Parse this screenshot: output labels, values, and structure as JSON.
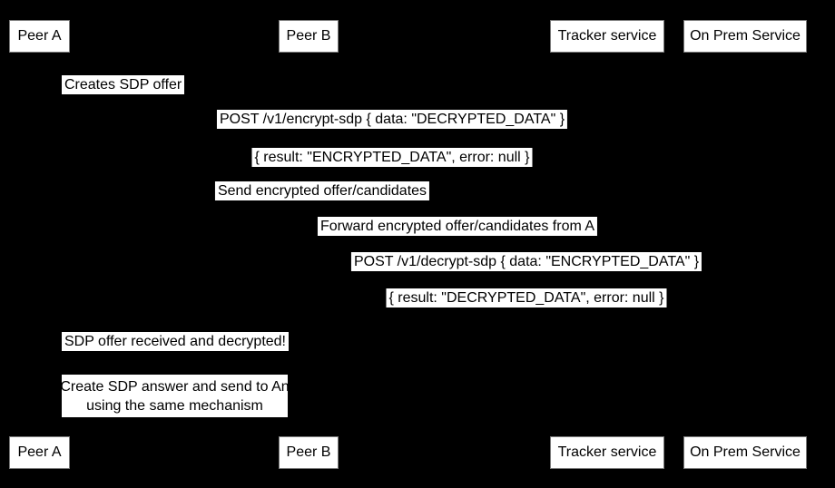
{
  "colors": {
    "background": "#000000",
    "actor_fill": "#ffffff",
    "actor_border": "#7a7a7a",
    "actor_text": "#000000",
    "message_bg": "#ffffff",
    "message_text": "#000000"
  },
  "actors": [
    {
      "id": "peer-a",
      "label": "Peer A"
    },
    {
      "id": "peer-b",
      "label": "Peer B"
    },
    {
      "id": "tracker-service",
      "label": "Tracker service"
    },
    {
      "id": "on-prem-service",
      "label": "On Prem Service"
    }
  ],
  "messages": [
    {
      "label": "Creates SDP offer"
    },
    {
      "label": "POST /v1/encrypt-sdp { data: \"DECRYPTED_DATA\" }"
    },
    {
      "label": "{ result: \"ENCRYPTED_DATA\", error: null }"
    },
    {
      "label": "Send encrypted offer/candidates"
    },
    {
      "label": "Forward encrypted offer/candidates from A"
    },
    {
      "label": "POST /v1/decrypt-sdp { data: \"ENCRYPTED_DATA\" }"
    },
    {
      "label": "{ result: \"DECRYPTED_DATA\", error: null }"
    },
    {
      "label": "SDP offer received and decrypted!"
    }
  ],
  "note": {
    "lines": [
      "Create SDP answer and send to An",
      "using the same mechanism"
    ]
  }
}
